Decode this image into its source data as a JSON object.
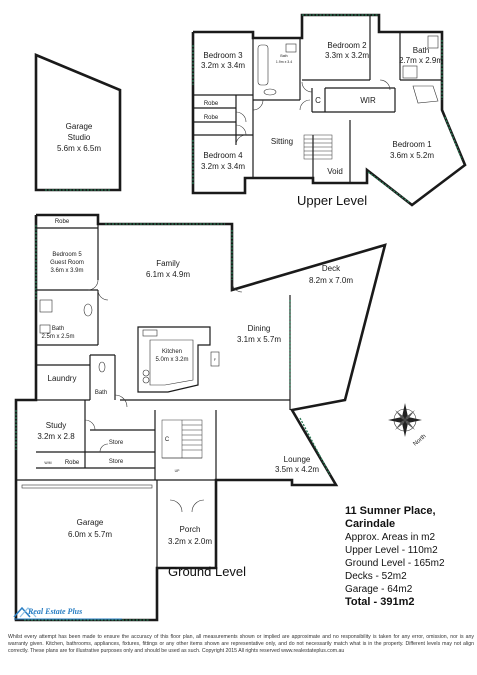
{
  "levels": {
    "upper": "Upper Level",
    "ground": "Ground Level"
  },
  "rooms": {
    "garage_studio": {
      "name": "Garage",
      "name2": "Studio",
      "size": "5.6m x 6.5m"
    },
    "bedroom3": {
      "name": "Bedroom 3",
      "size": "3.2m x 3.4m"
    },
    "bedroom2": {
      "name": "Bedroom 2",
      "size": "3.3m x 3.2m"
    },
    "bath_upper_right": {
      "name": "Bath",
      "size": "2.7m x 2.9m"
    },
    "bath_upper_mid": {
      "name": "Bath",
      "size": "1.9m x 3.4"
    },
    "robe_upper_1": "Robe",
    "robe_upper_2": "Robe",
    "bedroom4": {
      "name": "Bedroom 4",
      "size": "3.2m x 3.4m"
    },
    "sitting": "Sitting",
    "c_upper": "C",
    "wir": "WIR",
    "bedroom1": {
      "name": "Bedroom 1",
      "size": "3.6m x 5.2m"
    },
    "void": "Void",
    "robe_ground": "Robe",
    "bedroom5": {
      "name": "Bedroom 5",
      "name2": "Guest Room",
      "size": "3.6m x 3.9m"
    },
    "family": {
      "name": "Family",
      "size": "6.1m x 4.9m"
    },
    "deck": {
      "name": "Deck",
      "size": "8.2m x 7.0m"
    },
    "bath_ground": {
      "name": "Bath",
      "size": "2.5m x 2.5m"
    },
    "kitchen": {
      "name": "Kitchen",
      "size": "5.0m x 3.2m"
    },
    "dining": {
      "name": "Dining",
      "size": "3.1m x 5.7m"
    },
    "laundry": "Laundry",
    "bath_small": "Bath",
    "study": {
      "name": "Study",
      "size": "3.2m x 2.8"
    },
    "store1": "Store",
    "store2": "Store",
    "c_ground": "C",
    "robe_study": "Robe",
    "wm": "W/M",
    "lounge": {
      "name": "Lounge",
      "size": "3.5m x 4.2m"
    },
    "garage": {
      "name": "Garage",
      "size": "6.0m x 5.7m"
    },
    "porch": {
      "name": "Porch",
      "size": "3.2m x 2.0m"
    },
    "up": "UP",
    "fridge": "F"
  },
  "compass": {
    "label": "North"
  },
  "summary": {
    "address1": "11 Sumner Place,",
    "address2": "Carindale",
    "approx": "Approx. Areas in m2",
    "upper": "Upper Level - 110m2",
    "ground": "Ground Level - 165m2",
    "decks": "Decks - 52m2",
    "garage": "Garage - 64m2",
    "total": "Total - 391m2"
  },
  "logo": {
    "text": "Real Estate Plus"
  },
  "disclaimer": "Whilst every attempt has been made to ensure the accuracy of this floor plan, all measurements shown or implied are approximate and no responsibility is taken for any error, omission, nor is any warranty given. Kitchen, bathrooms, appliances, fixtures, fittings or any other items shown are representative only, and do not necessarily match what is in the property. Different levels may not align correctly. These plans are for illustrative purposes only and should be used as such. Copyright 2015 All rights reserved www.realestateplus.com.au",
  "colors": {
    "walls": "#1a1a1a",
    "windows": "#2a7a55",
    "logo": "#2b7fc4"
  }
}
